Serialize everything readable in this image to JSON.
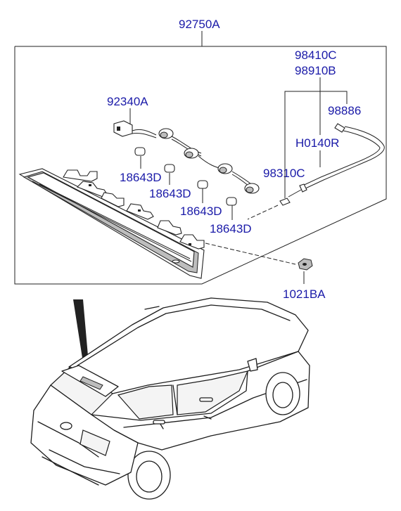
{
  "diagram": {
    "callouts": {
      "assembly": "92750A",
      "socket_upper": "98410C",
      "socket_lower": "98910B",
      "grommet": "98886",
      "hose": "H0140R",
      "nozzle": "98310C",
      "wiring": "92340A",
      "bulb_1": "18643D",
      "bulb_2": "18643D",
      "bulb_3": "18643D",
      "bulb_4": "18643D",
      "screw": "1021BA"
    }
  }
}
